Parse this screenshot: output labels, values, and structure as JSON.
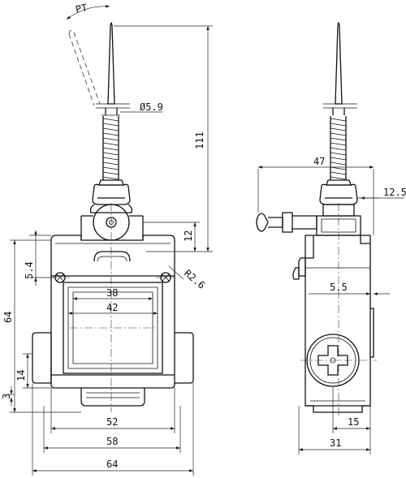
{
  "front_view": {
    "angle_label": "PT",
    "rod_dia": "Ø5.9",
    "height": "111",
    "lever_offset": "12",
    "radius": "R2.6",
    "hole_offset": "5.4",
    "inner_width_a": "38",
    "inner_width_b": "42",
    "body_height": "64",
    "foot_height": "14",
    "base_step": "3",
    "width_52": "52",
    "width_58": "58",
    "width_64": "64"
  },
  "side_view": {
    "width_47": "47",
    "dim_12_5": "12.5",
    "dim_5_5": "5.5",
    "dim_15": "15",
    "width_31": "31"
  }
}
